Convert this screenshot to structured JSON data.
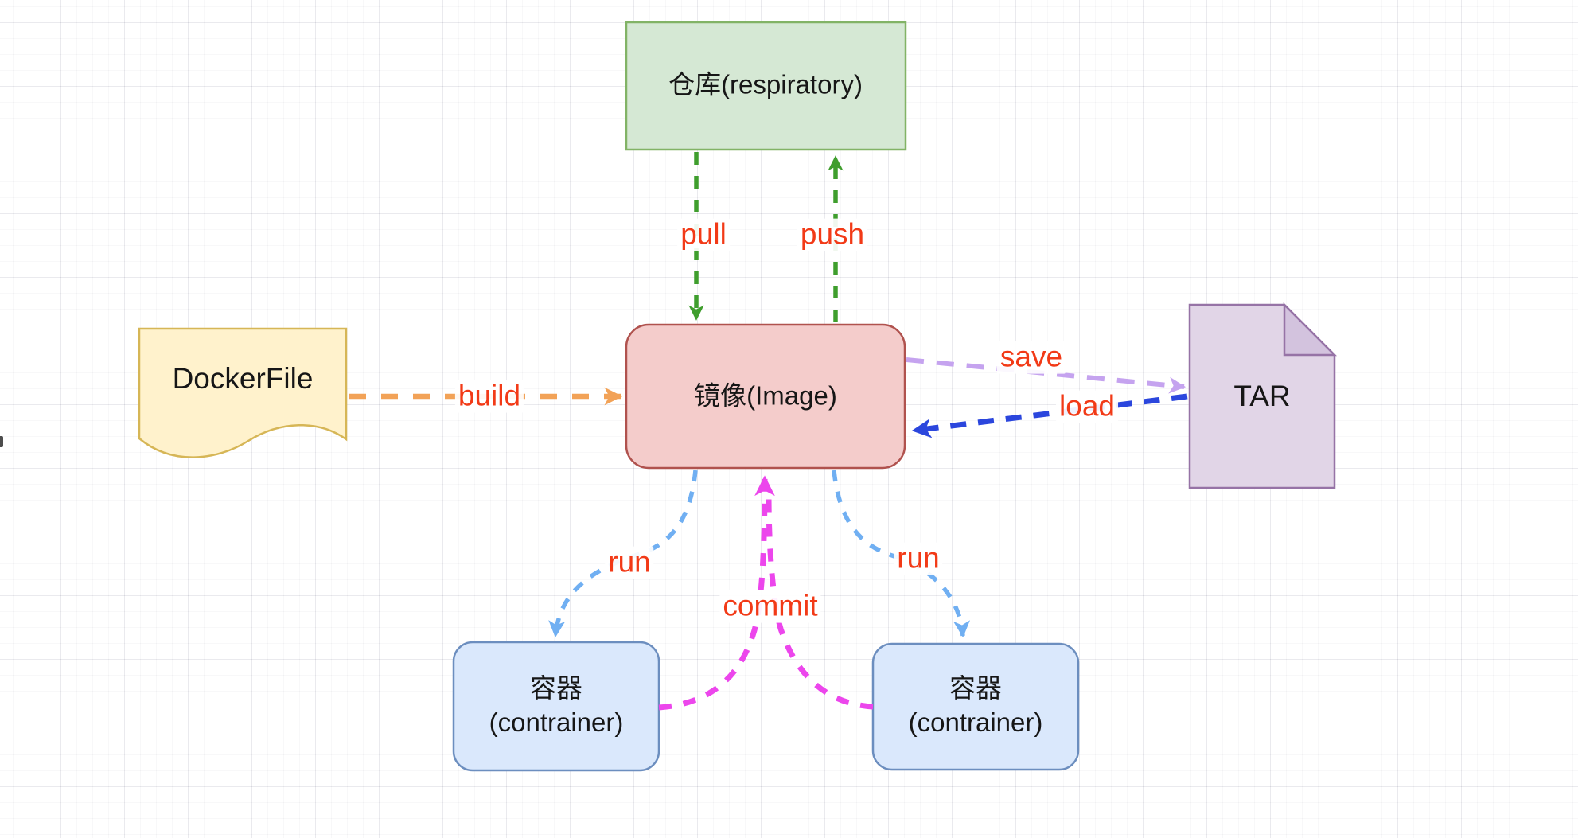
{
  "app": {
    "type": "diagram-canvas",
    "description": "Docker concept flow diagram on grid canvas"
  },
  "nodes": {
    "repository": {
      "label": "仓库(respiratory)",
      "fill": "#d5e8d4",
      "stroke": "#82b366",
      "shape": "rectangle"
    },
    "image": {
      "label": "镜像(Image)",
      "fill": "#f4cccb",
      "stroke": "#b0524e",
      "shape": "rounded-rectangle"
    },
    "dockerfile": {
      "label": "DockerFile",
      "fill": "#fff2cc",
      "stroke": "#d6b656",
      "shape": "document"
    },
    "tar": {
      "label": "TAR",
      "fill": "#e1d5e7",
      "stroke": "#9673a6",
      "shape": "file-folded-corner"
    },
    "container_left": {
      "label": "容器\n(contrainer)",
      "fill": "#dae8fc",
      "stroke": "#6c8ebf",
      "shape": "rounded-rectangle"
    },
    "container_right": {
      "label": "容器\n(contrainer)",
      "fill": "#dae8fc",
      "stroke": "#6c8ebf",
      "shape": "rounded-rectangle"
    }
  },
  "edges": {
    "pull": {
      "label": "pull",
      "color": "#3f9e2d",
      "style": "dashed",
      "from": "repository",
      "to": "image"
    },
    "push": {
      "label": "push",
      "color": "#3f9e2d",
      "style": "dashed",
      "from": "image",
      "to": "repository"
    },
    "build": {
      "label": "build",
      "color": "#f2a257",
      "style": "dashed",
      "from": "dockerfile",
      "to": "image"
    },
    "save": {
      "label": "save",
      "color": "#c5a3ef",
      "style": "dashed",
      "from": "image",
      "to": "tar"
    },
    "load": {
      "label": "load",
      "color": "#2b46dd",
      "style": "dashed",
      "from": "tar",
      "to": "image"
    },
    "run_left": {
      "label": "run",
      "color": "#70aff2",
      "style": "dashed",
      "from": "image",
      "to": "container_left"
    },
    "run_right": {
      "label": "run",
      "color": "#70aff2",
      "style": "dashed",
      "from": "image",
      "to": "container_right"
    },
    "commit": {
      "label": "commit",
      "color": "#ec46ec",
      "style": "dashed",
      "from": "container_left,container_right",
      "to": "image"
    }
  },
  "edge_label_color": "#f23a17"
}
